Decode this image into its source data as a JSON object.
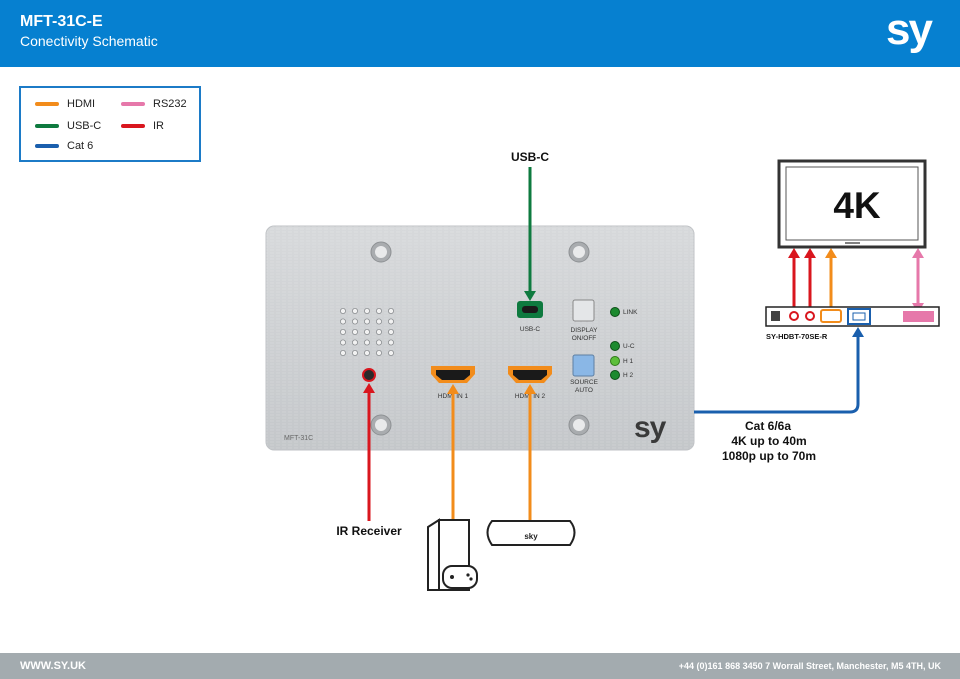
{
  "header": {
    "title": "MFT-31C-E",
    "subtitle": "Conectivity Schematic",
    "logo": "sy",
    "background": "#0680d0"
  },
  "legend": {
    "items": [
      {
        "label": "HDMI",
        "color": "#f28c1b"
      },
      {
        "label": "RS232",
        "color": "#e678aa"
      },
      {
        "label": "USB-C",
        "color": "#0e7a3f"
      },
      {
        "label": "IR",
        "color": "#d9161e"
      },
      {
        "label": "Cat 6",
        "color": "#1a5fad"
      }
    ]
  },
  "wallplate": {
    "model": "MFT-31C",
    "usb_port_label": "USB-C",
    "hdmi1_label": "HDMI IN 1",
    "hdmi2_label": "HDMI IN 2",
    "display_button_label_1": "DISPLAY",
    "display_button_label_2": "ON/OFF",
    "source_button_label_1": "SOURCE",
    "source_button_label_2": "AUTO",
    "led_link": "LINK",
    "led_uc": "U-C",
    "led_h1": "H 1",
    "led_h2": "H 2",
    "logo": "sy"
  },
  "labels": {
    "usb_c": "USB-C",
    "ir_receiver": "IR Receiver",
    "cat_line1": "Cat 6/6a",
    "cat_line2": "4K up to 40m",
    "cat_line3": "1080p up to 70m",
    "receiver_model": "SY-HDBT-70SE-R",
    "display_text": "4K",
    "sky_logo": "sky"
  },
  "footer": {
    "website": "WWW.SY.UK",
    "contact": "+44 (0)161 868 3450 7 Worrall Street, Manchester, M5 4TH, UK"
  }
}
